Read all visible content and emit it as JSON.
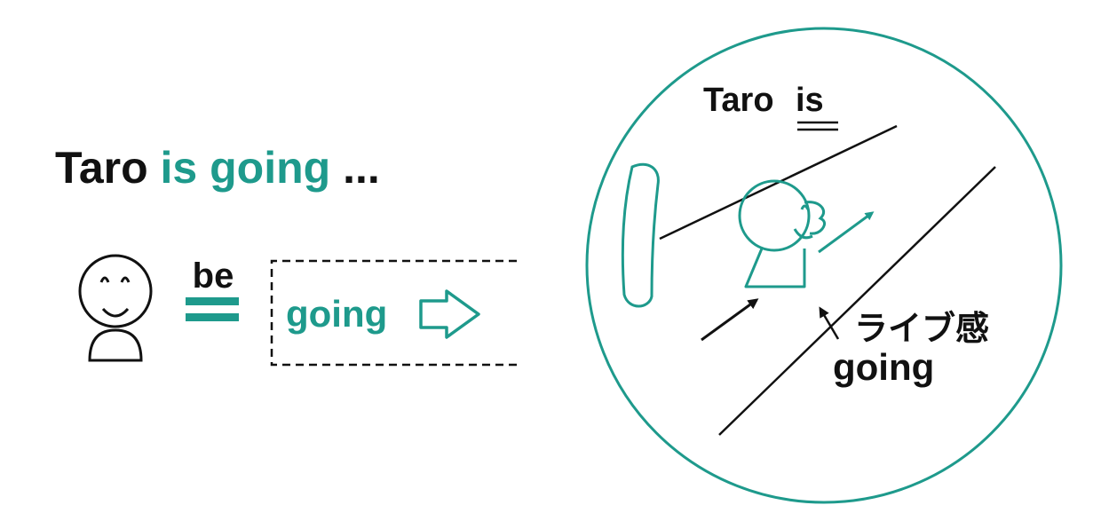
{
  "colors": {
    "accent": "#1e9a8c",
    "ink": "#111111",
    "background": "#ffffff"
  },
  "sentence": {
    "subject": "Taro",
    "verb": "is going",
    "ellipsis": "..."
  },
  "left_diagram": {
    "be_label": "be",
    "equals_icon": "double-bar-equals-icon",
    "box_word": "going",
    "arrow_icon": "hollow-right-arrow-icon"
  },
  "zoom_circle": {
    "caption_subject": "Taro",
    "caption_verb": "is",
    "live_feel_label": "ライブ感",
    "going_label": "going"
  }
}
